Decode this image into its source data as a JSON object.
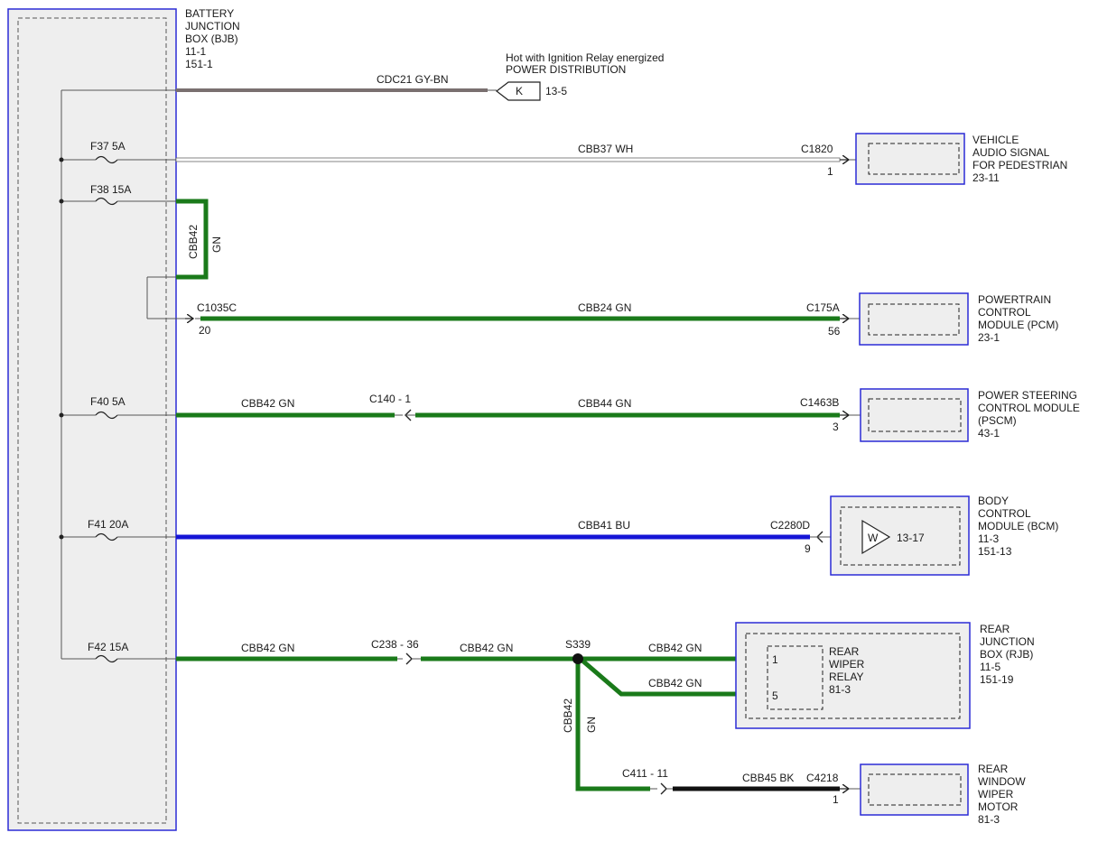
{
  "colors": {
    "gn": "#1a7a1a",
    "bu": "#1515d6",
    "bk": "#111111",
    "gy_bn": "#7a7070",
    "wh": "#ffffff",
    "box_border": "#2b2bd6",
    "box_fill": "#eeeeee",
    "thin": "#555555"
  },
  "bjb": {
    "lines": [
      "BATTERY",
      "JUNCTION",
      "BOX (BJB)",
      "11-1",
      "151-1"
    ]
  },
  "power_dist": {
    "line1": "Hot with Ignition Relay energized",
    "line2": "POWER DISTRIBUTION",
    "tag": "K",
    "ref": "13-5"
  },
  "circuits": {
    "cdc21": "CDC21  GY-BN",
    "f37": "F37  5A",
    "cbb37": "CBB37  WH",
    "c1820": "C1820",
    "c1820_pin": "1",
    "f38": "F38  15A",
    "cbb42_v_code": "CBB42",
    "cbb42_v_color": "GN",
    "c1035c": "C1035C",
    "c1035c_pin": "20",
    "cbb24": "CBB24  GN",
    "c175a": "C175A",
    "c175a_pin": "56",
    "f40": "F40  5A",
    "cbb42_a": "CBB42  GN",
    "c140": "C140  -  1",
    "cbb44": "CBB44  GN",
    "c1463b": "C1463B",
    "c1463b_pin": "3",
    "f41": "F41  20A",
    "cbb41": "CBB41  BU",
    "c2280d": "C2280D",
    "c2280d_pin": "9",
    "w_tag": "W",
    "w_ref": "13-17",
    "f42": "F42  15A",
    "cbb42_b": "CBB42  GN",
    "c238": "C238  -  36",
    "cbb42_c": "CBB42  GN",
    "s339": "S339",
    "cbb42_d": "CBB42  GN",
    "cbb42_e": "CBB42  GN",
    "relay_pin1": "1",
    "relay_pin5": "5",
    "cbb42_s_code": "CBB42",
    "cbb42_s_color": "GN",
    "c411": "C411  -  11",
    "cbb45": "CBB45  BK",
    "c4218": "C4218",
    "c4218_pin": "1"
  },
  "components": {
    "audio": [
      "VEHICLE",
      "AUDIO SIGNAL",
      "FOR PEDESTRIAN",
      "23-11"
    ],
    "pcm": [
      "POWERTRAIN",
      "CONTROL",
      "MODULE (PCM)",
      "23-1"
    ],
    "pscm": [
      "POWER STEERING",
      "CONTROL MODULE",
      "(PSCM)",
      "43-1"
    ],
    "bcm": [
      "BODY",
      "CONTROL",
      "MODULE (BCM)",
      "11-3",
      "151-13"
    ],
    "rjb": [
      "REAR",
      "JUNCTION",
      "BOX (RJB)",
      "11-5",
      "151-19"
    ],
    "relay": [
      "REAR",
      "WIPER",
      "RELAY",
      "81-3"
    ],
    "wiper_motor": [
      "REAR",
      "WINDOW",
      "WIPER",
      "MOTOR",
      "81-3"
    ]
  }
}
